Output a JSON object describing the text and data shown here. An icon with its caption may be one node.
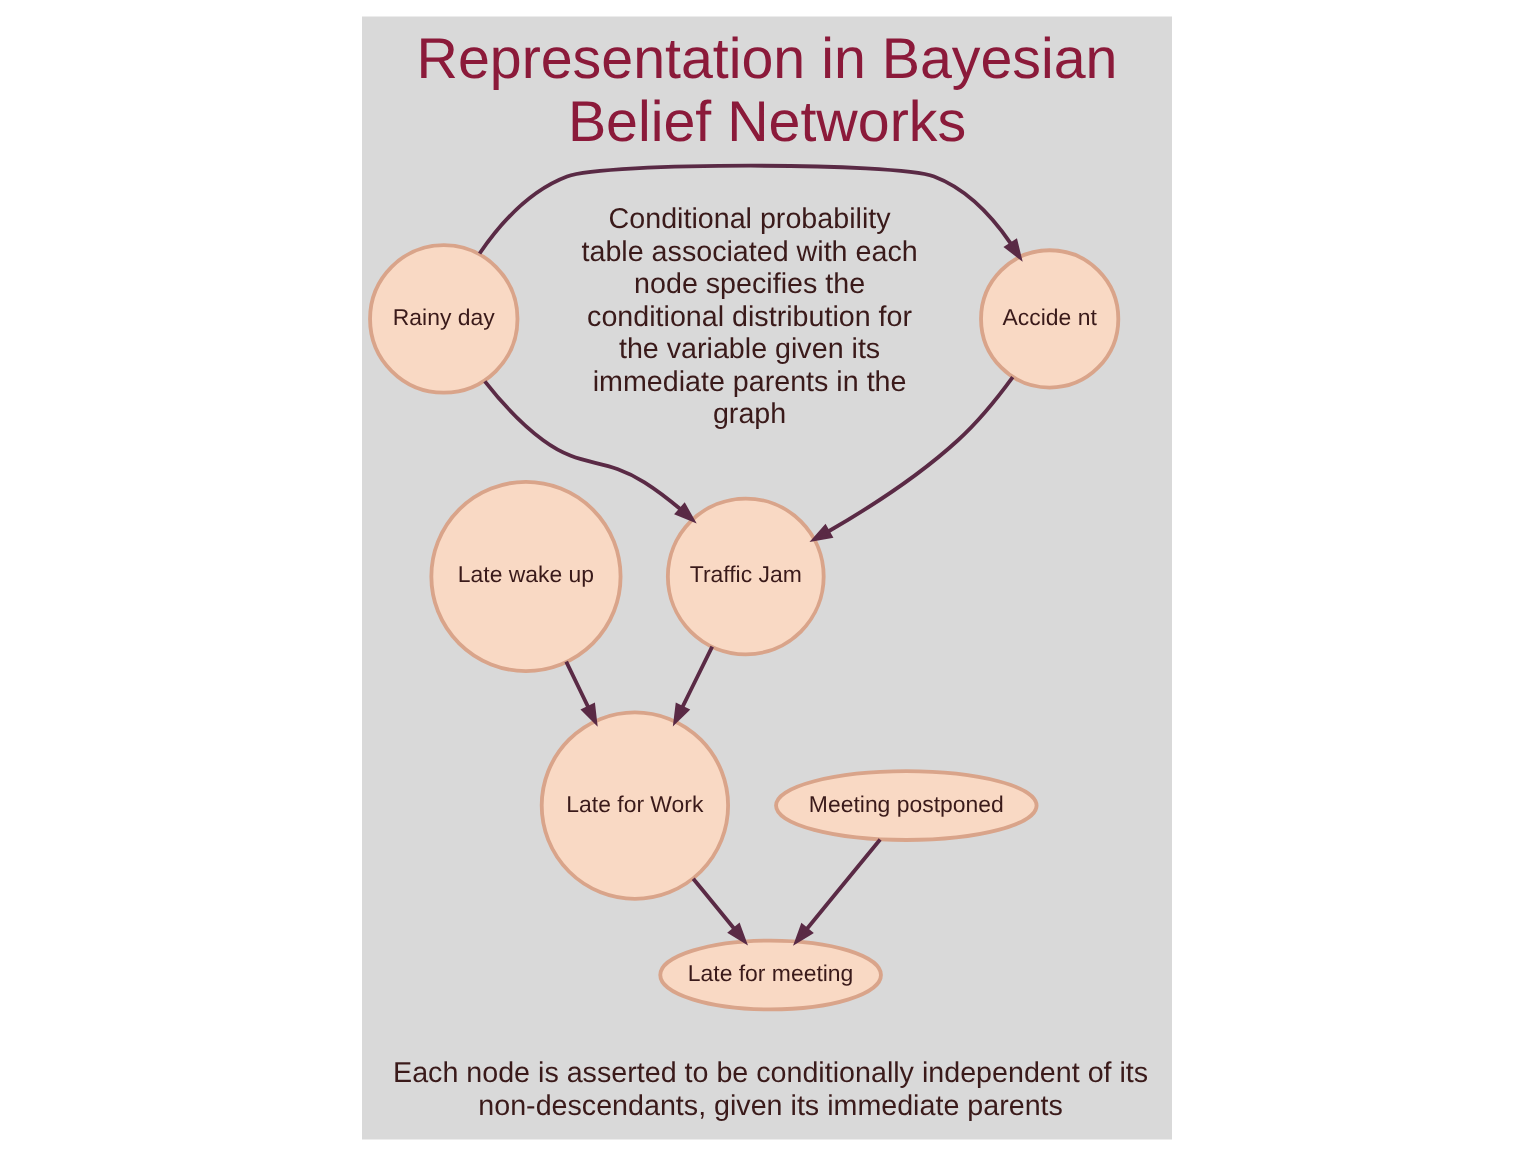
{
  "diagram": {
    "title": "Representation in Bayesian Belief Networks",
    "nodes": [
      {
        "text": [
          "Late wake up"
        ]
      },
      {
        "text": [
          "Accide nt"
        ]
      },
      {
        "text": [
          "Rainy day"
        ]
      },
      {
        "text": [
          "Traffic Jam"
        ]
      },
      {
        "text": [
          "Meeting postponed"
        ]
      },
      {
        "text": [
          "Late for Work"
        ]
      },
      {
        "text": [
          "Late for meeting"
        ]
      }
    ],
    "edges": [
      {
        "from": 2,
        "to": 1,
        "arrow": "to"
      },
      {
        "from": 1,
        "to": 3,
        "arrow": "to"
      },
      {
        "from": 2,
        "to": 3,
        "arrow": "to"
      },
      {
        "from": 0,
        "to": 5,
        "arrow": "to"
      },
      {
        "from": 3,
        "to": 5,
        "arrow": "to"
      },
      {
        "from": 5,
        "to": 6,
        "arrow": "to"
      },
      {
        "from": 4,
        "to": 6,
        "arrow": "to"
      }
    ],
    "labels": [
      "Conditional probability table associated with each node specifies the conditional distribution for the variable given its immediate parents in the graph",
      "Each node is asserted to be conditionally independent of its non-descendants, given its immediate parents"
    ]
  }
}
